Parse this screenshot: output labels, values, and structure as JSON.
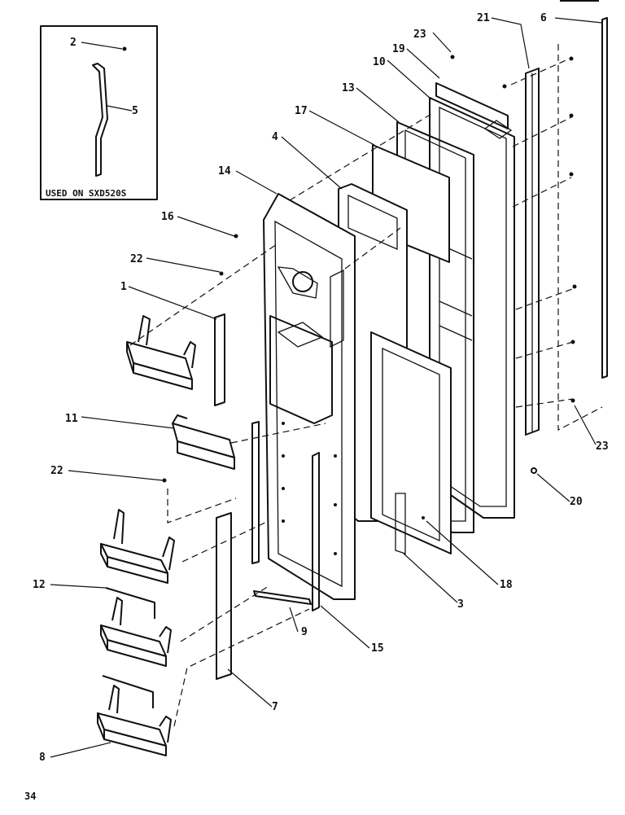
{
  "inset": {
    "label": "USED ON SXD520S"
  },
  "page_number": "34",
  "callouts": {
    "c2": "2",
    "c5": "5",
    "c14": "14",
    "c16": "16",
    "c22a": "22",
    "c1": "1",
    "c11": "11",
    "c22b": "22",
    "c12": "12",
    "c8": "8",
    "c7": "7",
    "c9": "9",
    "c15": "15",
    "c3": "3",
    "c18": "18",
    "c20": "20",
    "c23b": "23",
    "c6": "6",
    "c21": "21",
    "c23a": "23",
    "c19": "19",
    "c10": "10",
    "c13": "13",
    "c17": "17",
    "c4": "4"
  }
}
